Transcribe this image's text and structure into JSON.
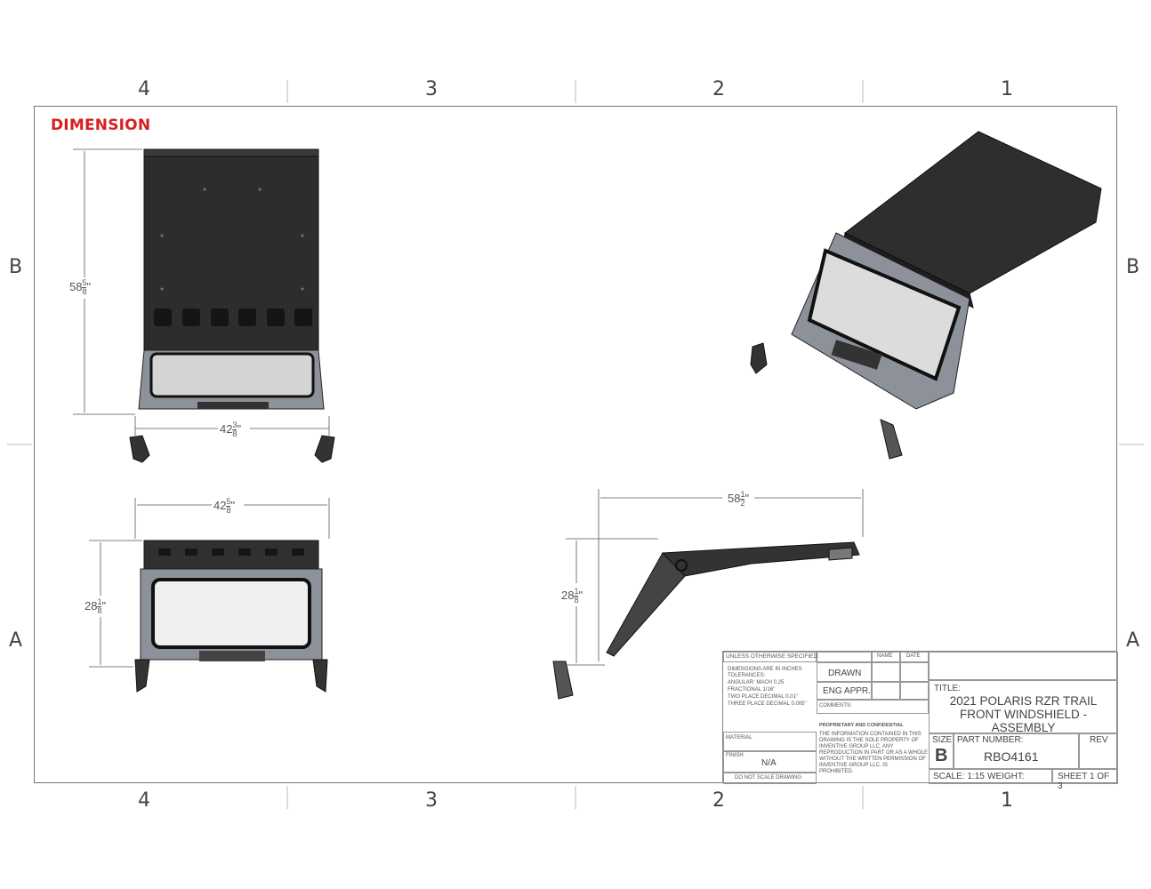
{
  "sheet_heading": "DIMENSION",
  "zones": {
    "columns": [
      "4",
      "3",
      "2",
      "1"
    ],
    "rows": [
      "B",
      "A"
    ]
  },
  "dimensions": {
    "top_height": {
      "whole": "58",
      "num": "5",
      "den": "8",
      "unit": "\""
    },
    "top_width": {
      "whole": "42",
      "num": "3",
      "den": "8",
      "unit": "\""
    },
    "front_width": {
      "whole": "42",
      "num": "5",
      "den": "8",
      "unit": "\""
    },
    "front_height": {
      "whole": "28",
      "num": "1",
      "den": "8",
      "unit": "\""
    },
    "side_length": {
      "whole": "58",
      "num": "1",
      "den": "2",
      "unit": "\""
    },
    "side_height": {
      "whole": "28",
      "num": "1",
      "den": "8",
      "unit": "\""
    }
  },
  "title_block": {
    "unless_specified": "UNLESS OTHERWISE SPECIFIED:",
    "tolerance_lines": [
      "DIMENSIONS ARE IN INCHES",
      "TOLERANCES:",
      "ANGULAR: MACH   0.25",
      "FRACTIONAL 1/16\"",
      "TWO PLACE DECIMAL   0.01\"",
      "THREE PLACE DECIMAL   0.005\""
    ],
    "name_header": "NAME",
    "date_header": "DATE",
    "drawn": "DRAWN",
    "eng_appr": "ENG APPR.",
    "comments": "COMMENTS:",
    "material": "MATERIAL",
    "finish": "FINISH",
    "finish_value": "N/A",
    "do_not_scale": "DO NOT SCALE DRAWING",
    "proprietary_title": "PROPRIETARY AND CONFIDENTIAL",
    "proprietary_lines": [
      "THE INFORMATION CONTAINED IN THIS",
      "DRAWING IS THE SOLE PROPERTY OF",
      "INVENTIVE GROUP LLC.  ANY",
      "REPRODUCTION IN PART OR AS A WHOLE",
      "WITHOUT THE WRITTEN PERMISSION OF",
      "INVENTIVE GROUP LLC. IS",
      "PROHIBITED."
    ],
    "title_label": "TITLE:",
    "title_lines": [
      "2021 POLARIS RZR TRAIL",
      "FRONT WINDSHIELD -",
      "ASSEMBLY"
    ],
    "size_label": "SIZE",
    "size_value": "B",
    "part_number_label": "PART NUMBER:",
    "part_number": "RBO4161",
    "rev_label": "REV",
    "scale": "SCALE: 1:15",
    "weight": "WEIGHT:",
    "sheet": "SHEET 1 OF 3"
  },
  "colors": {
    "heading": "#d62020",
    "part_dark": "#2b2b2b",
    "glass": "#d4d4d4",
    "line": "#555555"
  }
}
